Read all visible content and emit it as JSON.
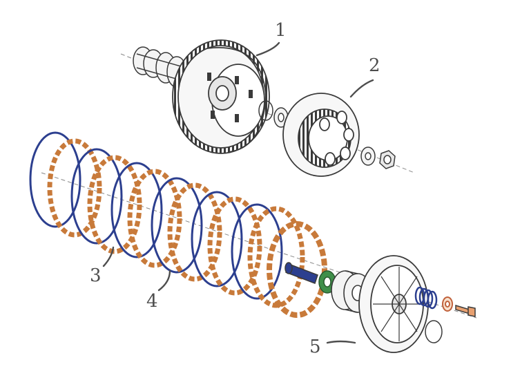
{
  "diagram": {
    "background": "#ffffff",
    "colors": {
      "outline": "#3a3a3a",
      "steel_plate": "#2c3f8f",
      "friction_plate": "#c87a3a",
      "spring": "#2c3f8f",
      "thrust_washer": "#3f8f4a",
      "bolt": "#c0603a",
      "leader": "#4d4d4d"
    },
    "callouts": [
      "1",
      "2",
      "3",
      "4",
      "5"
    ]
  }
}
